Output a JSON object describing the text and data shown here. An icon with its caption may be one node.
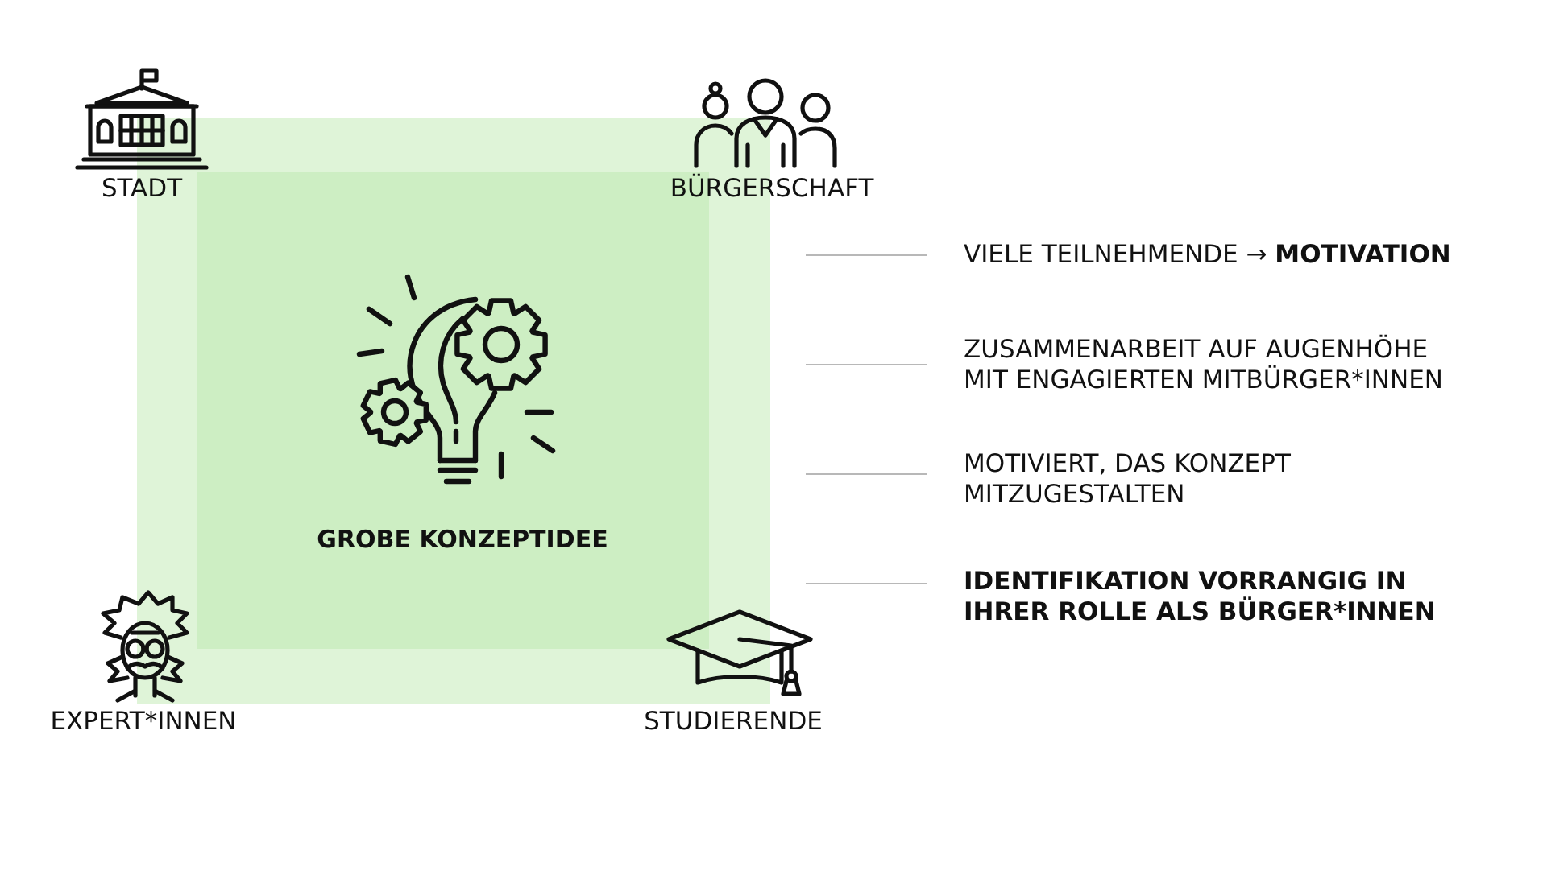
{
  "diagram": {
    "nodes": [
      {
        "text": [
          "GROBE KONZEPTIDEE"
        ]
      }
    ],
    "labels": [
      "STADT",
      "BÜRGERSCHAFT",
      "VIELE TEILNEHMENDE → **MOTIVATION**",
      "ZUSAMMENARBEIT AUF AUGENHÖHE MIT ENGAGIERTEN MITBÜRGER*INNEN",
      "MOTIVIERT, DAS KONZEPT MITZUGESTALTEN",
      "IDENTIFIKATION VORRANGIG IN IHRER ROLLE ALS BÜRGER*INNEN",
      "EXPERT*INNEN",
      "STUDIERENDE"
    ]
  }
}
